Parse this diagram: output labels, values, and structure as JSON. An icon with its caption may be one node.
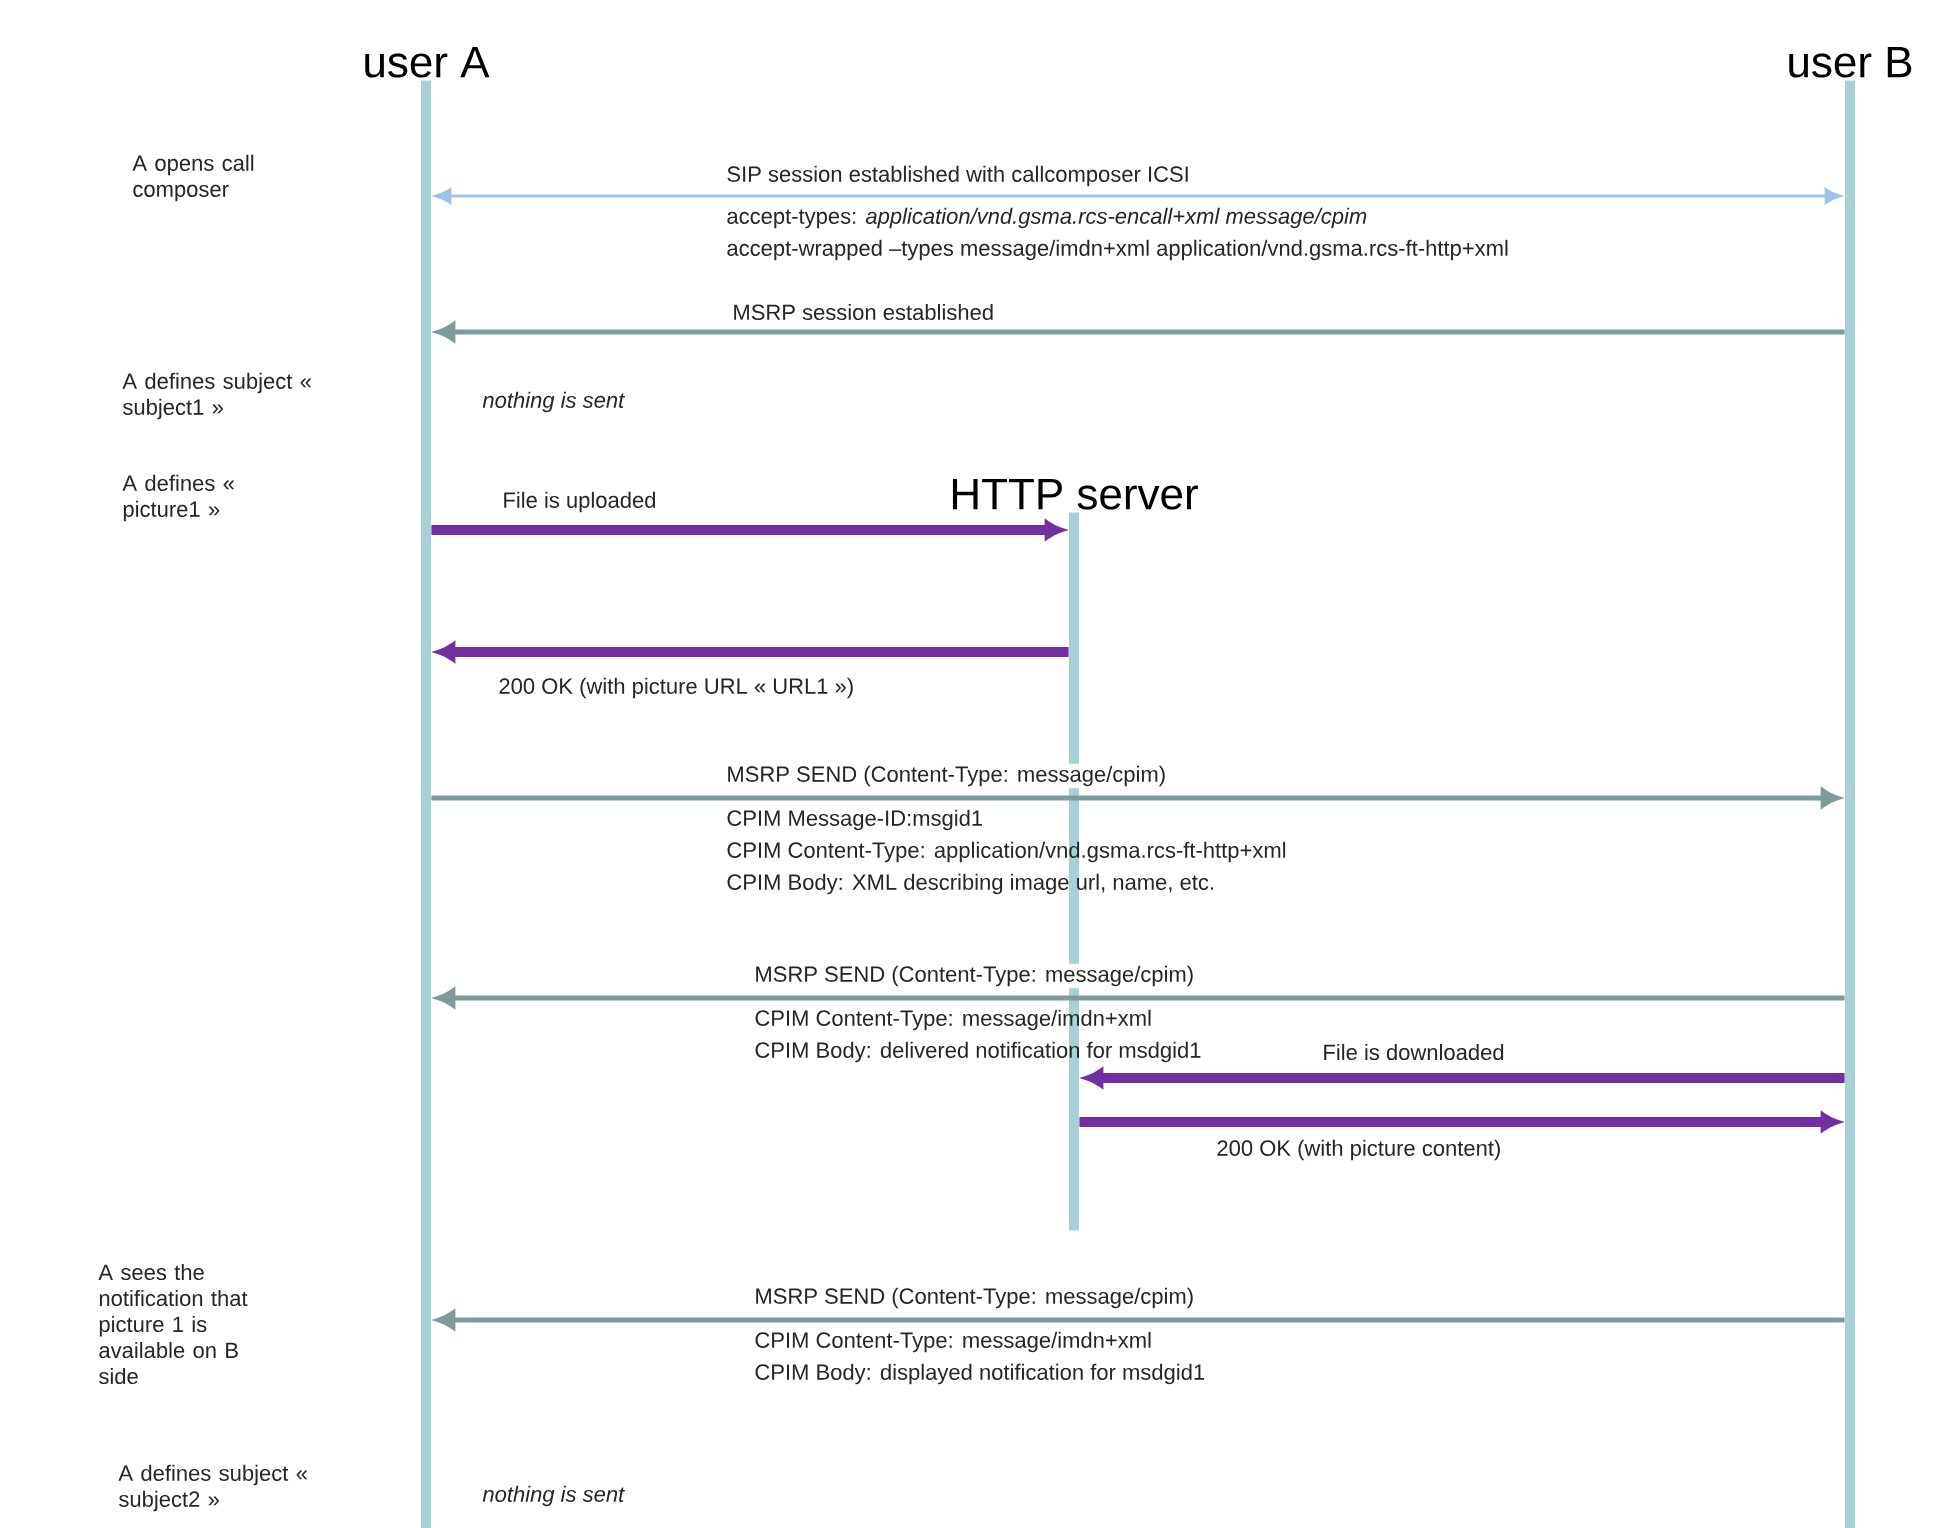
{
  "diagram": {
    "nodes": [
      {
        "text": [
          "user A"
        ]
      },
      {
        "text": [
          "user B"
        ]
      },
      {
        "text": [
          "HTTP server"
        ]
      }
    ],
    "edges": [
      {
        "from": 0,
        "to": 1,
        "arrow": "both",
        "label": "SIP session established with callcomposer ICSI",
        "color": "#9dc3e6"
      },
      {
        "from": 1,
        "to": 0,
        "arrow": "to",
        "label": "MSRP session established"
      },
      {
        "from": 0,
        "to": 2,
        "arrow": "to",
        "label": "File is uploaded",
        "style": "thick",
        "color": "#7030a0"
      },
      {
        "from": 2,
        "to": 0,
        "arrow": "to",
        "label": "200 OK (with picture URL « URL1 »)",
        "style": "thick",
        "color": "#7030a0"
      },
      {
        "from": 0,
        "to": 1,
        "arrow": "to",
        "label": "MSRP SEND (Content-Type:  message/cpim)"
      },
      {
        "from": 1,
        "to": 0,
        "arrow": "to",
        "label": "MSRP SEND (Content-Type:  message/cpim)"
      },
      {
        "from": 1,
        "to": 2,
        "arrow": "to",
        "label": "File is downloaded",
        "style": "thick",
        "color": "#7030a0"
      },
      {
        "from": 2,
        "to": 1,
        "arrow": "to",
        "label": "200 OK (with picture content)",
        "style": "thick",
        "color": "#7030a0"
      },
      {
        "from": 1,
        "to": 0,
        "arrow": "to",
        "label": "MSRP SEND (Content-Type:  message/cpim)"
      }
    ],
    "labels": [
      "A opens call composer",
      "accept-types: *application/vnd.gsma.rcs-encall+xml message/cpim*",
      "accept-wrapped –types message/imdn+xml application/vnd.gsma.rcs-ft-http+xml",
      "A defines subject « subject1 »",
      "nothing is sent",
      "A defines « picture1 »",
      "CPIM Message-ID:msgid1",
      "CPIM Content-Type: application/vnd.gsma.rcs-ft-http+xml",
      "CPIM Body: XML describing image url, name, etc.",
      "CPIM Content-Type: message/imdn+xml",
      "CPIM Body: delivered notification for msdgid1",
      "A sees the notification that picture 1 is available on B side",
      "CPIM Content-Type: message/imdn+xml",
      "CPIM Body: displayed notification for msdgid1",
      "A defines subject « subject2 »",
      "nothing is sent"
    ]
  }
}
